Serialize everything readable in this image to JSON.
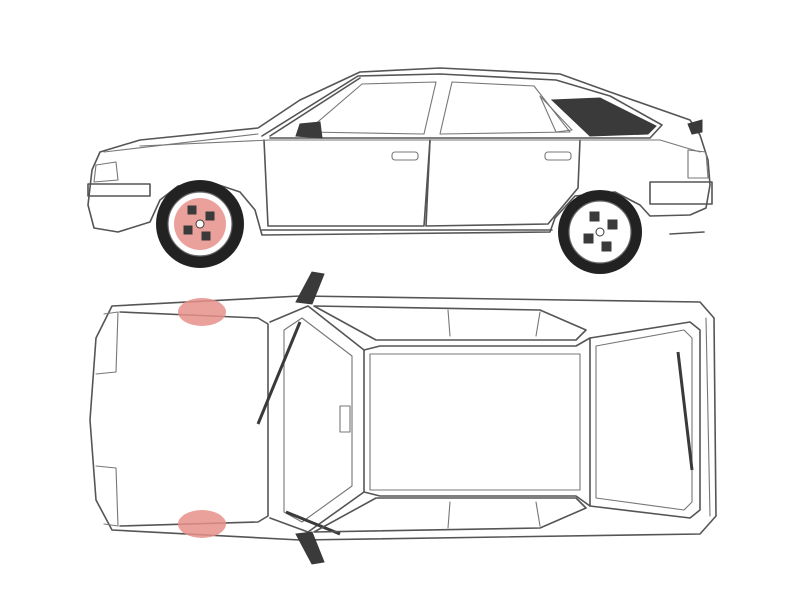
{
  "colors": {
    "outline": "#555555",
    "highlight": "#e8908a",
    "tire": "#222222",
    "glass_tint": "#3a3a3a",
    "background": "#ffffff"
  },
  "highlights": {
    "side_view": [
      "front-wheel"
    ],
    "top_view": [
      "front-left-wheel",
      "front-right-wheel"
    ]
  }
}
